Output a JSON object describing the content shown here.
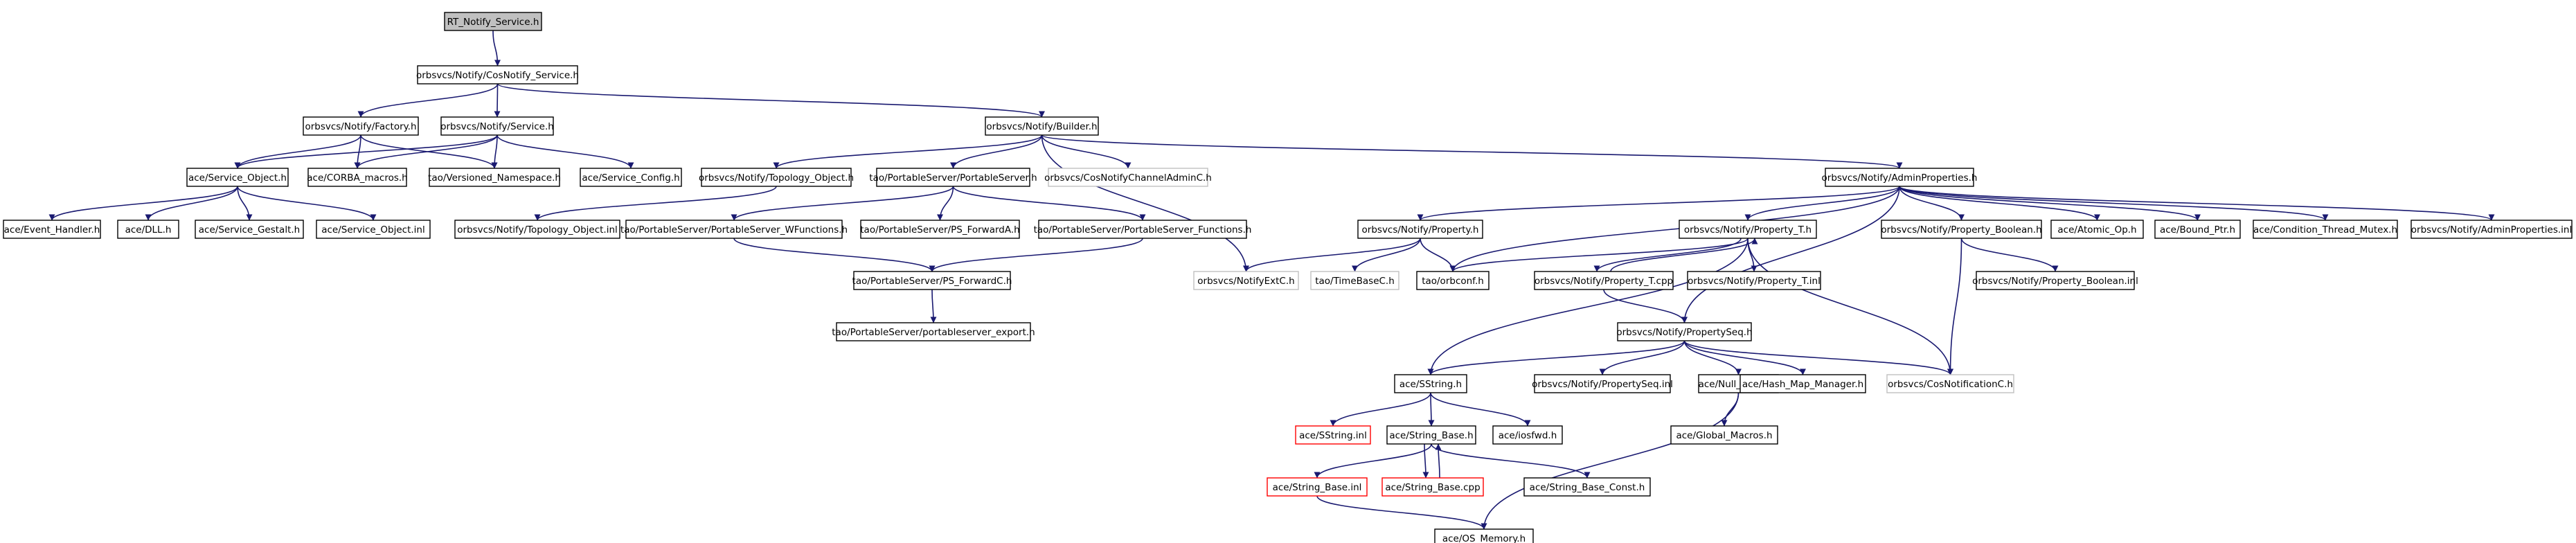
{
  "styles": {
    "normal": {
      "stroke": "#000000",
      "fill": "#ffffff",
      "text": "#000000"
    },
    "root": {
      "stroke": "#000000",
      "fill": "#c0c0c0",
      "text": "#000000"
    },
    "missing": {
      "stroke": "#c0c0c0",
      "fill": "#ffffff",
      "text": "#000000"
    },
    "cycle": {
      "stroke": "#ff0000",
      "fill": "#ffffff",
      "text": "#000000"
    },
    "edge_color": "#191970"
  },
  "nodes": [
    {
      "id": "n0",
      "label": "RT_Notify_Service.h",
      "style": "root"
    },
    {
      "id": "n1",
      "label": "orbsvcs/Notify/CosNotify_Service.h",
      "style": "normal"
    },
    {
      "id": "n2",
      "label": "orbsvcs/Notify/Factory.h",
      "style": "normal"
    },
    {
      "id": "n3",
      "label": "orbsvcs/Notify/Service.h",
      "style": "normal"
    },
    {
      "id": "n4",
      "label": "orbsvcs/Notify/Builder.h",
      "style": "normal"
    },
    {
      "id": "n5",
      "label": "ace/Service_Object.h",
      "style": "normal"
    },
    {
      "id": "n6",
      "label": "ace/CORBA_macros.h",
      "style": "normal"
    },
    {
      "id": "n7",
      "label": "tao/Versioned_Namespace.h",
      "style": "normal"
    },
    {
      "id": "n8",
      "label": "ace/Service_Config.h",
      "style": "normal"
    },
    {
      "id": "n9",
      "label": "orbsvcs/Notify/Topology_Object.h",
      "style": "normal"
    },
    {
      "id": "n10",
      "label": "tao/PortableServer/PortableServer.h",
      "style": "normal"
    },
    {
      "id": "n11",
      "label": "orbsvcs/CosNotifyChannelAdminC.h",
      "style": "missing"
    },
    {
      "id": "n12",
      "label": "orbsvcs/Notify/AdminProperties.h",
      "style": "normal"
    },
    {
      "id": "n13",
      "label": "ace/Event_Handler.h",
      "style": "normal"
    },
    {
      "id": "n14",
      "label": "ace/DLL.h",
      "style": "normal"
    },
    {
      "id": "n15",
      "label": "ace/Service_Gestalt.h",
      "style": "normal"
    },
    {
      "id": "n16",
      "label": "ace/Service_Object.inl",
      "style": "normal"
    },
    {
      "id": "n17",
      "label": "orbsvcs/Notify/Topology_Object.inl",
      "style": "normal"
    },
    {
      "id": "n18",
      "label": "tao/PortableServer/PortableServer_WFunctions.h",
      "style": "normal"
    },
    {
      "id": "n19",
      "label": "tao/PortableServer/PS_ForwardA.h",
      "style": "normal"
    },
    {
      "id": "n20",
      "label": "tao/PortableServer/PortableServer_Functions.h",
      "style": "normal"
    },
    {
      "id": "n21",
      "label": "tao/PortableServer/PS_ForwardC.h",
      "style": "normal"
    },
    {
      "id": "n22",
      "label": "tao/PortableServer/portableserver_export.h",
      "style": "normal"
    },
    {
      "id": "n23",
      "label": "orbsvcs/NotifyExtC.h",
      "style": "missing"
    },
    {
      "id": "n24",
      "label": "orbsvcs/Notify/Property.h",
      "style": "normal"
    },
    {
      "id": "n25",
      "label": "tao/TimeBaseC.h",
      "style": "missing"
    },
    {
      "id": "n26",
      "label": "tao/orbconf.h",
      "style": "normal"
    },
    {
      "id": "n27",
      "label": "orbsvcs/Notify/Property_T.h",
      "style": "normal"
    },
    {
      "id": "n28",
      "label": "orbsvcs/Notify/Property_T.cpp",
      "style": "normal"
    },
    {
      "id": "n29",
      "label": "orbsvcs/Notify/Property_T.inl",
      "style": "normal"
    },
    {
      "id": "n30",
      "label": "orbsvcs/Notify/Property_Boolean.h",
      "style": "normal"
    },
    {
      "id": "n31",
      "label": "orbsvcs/Notify/Property_Boolean.inl",
      "style": "normal"
    },
    {
      "id": "n32",
      "label": "ace/Atomic_Op.h",
      "style": "normal"
    },
    {
      "id": "n33",
      "label": "ace/Bound_Ptr.h",
      "style": "normal"
    },
    {
      "id": "n34",
      "label": "ace/Condition_Thread_Mutex.h",
      "style": "normal"
    },
    {
      "id": "n35",
      "label": "orbsvcs/Notify/AdminProperties.inl",
      "style": "normal"
    },
    {
      "id": "n36",
      "label": "orbsvcs/Notify/PropertySeq.h",
      "style": "normal"
    },
    {
      "id": "n37",
      "label": "ace/SString.h",
      "style": "normal"
    },
    {
      "id": "n38",
      "label": "orbsvcs/Notify/PropertySeq.inl",
      "style": "normal"
    },
    {
      "id": "n39",
      "label": "ace/Null_Mutex.h",
      "style": "normal"
    },
    {
      "id": "n40",
      "label": "ace/Hash_Map_Manager.h",
      "style": "normal"
    },
    {
      "id": "n41",
      "label": "orbsvcs/CosNotificationC.h",
      "style": "missing"
    },
    {
      "id": "n42",
      "label": "ace/SString.inl",
      "style": "cycle"
    },
    {
      "id": "n43",
      "label": "ace/String_Base.h",
      "style": "normal"
    },
    {
      "id": "n44",
      "label": "ace/iosfwd.h",
      "style": "normal"
    },
    {
      "id": "n45",
      "label": "ace/Global_Macros.h",
      "style": "normal"
    },
    {
      "id": "n46",
      "label": "ace/String_Base.inl",
      "style": "cycle"
    },
    {
      "id": "n47",
      "label": "ace/String_Base.cpp",
      "style": "cycle"
    },
    {
      "id": "n48",
      "label": "ace/String_Base_Const.h",
      "style": "normal"
    },
    {
      "id": "n49",
      "label": "ace/OS_Memory.h",
      "style": "normal"
    }
  ],
  "edges": [
    [
      "n0",
      "n1"
    ],
    [
      "n1",
      "n2"
    ],
    [
      "n1",
      "n3"
    ],
    [
      "n1",
      "n4"
    ],
    [
      "n2",
      "n5"
    ],
    [
      "n2",
      "n6"
    ],
    [
      "n2",
      "n7"
    ],
    [
      "n3",
      "n5"
    ],
    [
      "n3",
      "n6"
    ],
    [
      "n3",
      "n7"
    ],
    [
      "n3",
      "n8"
    ],
    [
      "n4",
      "n9"
    ],
    [
      "n4",
      "n10"
    ],
    [
      "n4",
      "n11"
    ],
    [
      "n4",
      "n12"
    ],
    [
      "n4",
      "n23"
    ],
    [
      "n5",
      "n13"
    ],
    [
      "n5",
      "n14"
    ],
    [
      "n5",
      "n15"
    ],
    [
      "n5",
      "n16"
    ],
    [
      "n9",
      "n17"
    ],
    [
      "n10",
      "n18"
    ],
    [
      "n10",
      "n19"
    ],
    [
      "n10",
      "n20"
    ],
    [
      "n18",
      "n21"
    ],
    [
      "n20",
      "n21"
    ],
    [
      "n21",
      "n22"
    ],
    [
      "n12",
      "n24"
    ],
    [
      "n12",
      "n26"
    ],
    [
      "n12",
      "n27"
    ],
    [
      "n12",
      "n30"
    ],
    [
      "n12",
      "n32"
    ],
    [
      "n12",
      "n33"
    ],
    [
      "n12",
      "n34"
    ],
    [
      "n12",
      "n35"
    ],
    [
      "n12",
      "n36"
    ],
    [
      "n24",
      "n23"
    ],
    [
      "n24",
      "n25"
    ],
    [
      "n24",
      "n26"
    ],
    [
      "n27",
      "n26"
    ],
    [
      "n27",
      "n28"
    ],
    [
      "n27",
      "n29"
    ],
    [
      "n27",
      "n37"
    ],
    [
      "n27",
      "n41"
    ],
    [
      "n28",
      "n27"
    ],
    [
      "n28",
      "n36"
    ],
    [
      "n30",
      "n31"
    ],
    [
      "n30",
      "n41"
    ],
    [
      "n36",
      "n37"
    ],
    [
      "n36",
      "n38"
    ],
    [
      "n36",
      "n39"
    ],
    [
      "n36",
      "n40"
    ],
    [
      "n36",
      "n41"
    ],
    [
      "n37",
      "n42"
    ],
    [
      "n37",
      "n43"
    ],
    [
      "n37",
      "n44"
    ],
    [
      "n39",
      "n45"
    ],
    [
      "n39",
      "n49"
    ],
    [
      "n43",
      "n46"
    ],
    [
      "n43",
      "n47"
    ],
    [
      "n43",
      "n48"
    ],
    [
      "n47",
      "n43"
    ],
    [
      "n46",
      "n49"
    ]
  ]
}
